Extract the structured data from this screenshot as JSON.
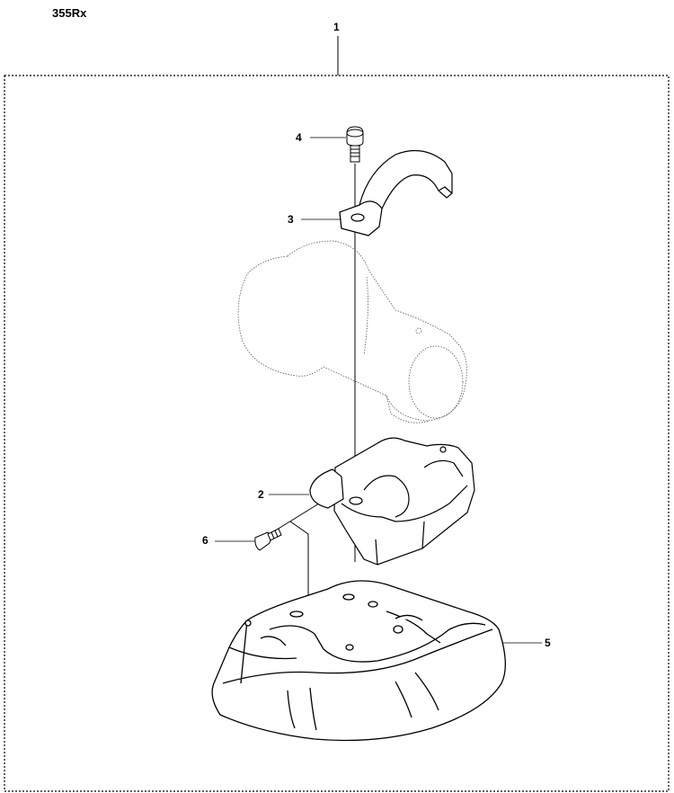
{
  "header": {
    "model": "355Rx"
  },
  "callouts": {
    "assembly": "1",
    "lower_clamp": "2",
    "upper_clamp": "3",
    "upper_screw": "4",
    "guard": "5",
    "lower_screw": "6"
  }
}
